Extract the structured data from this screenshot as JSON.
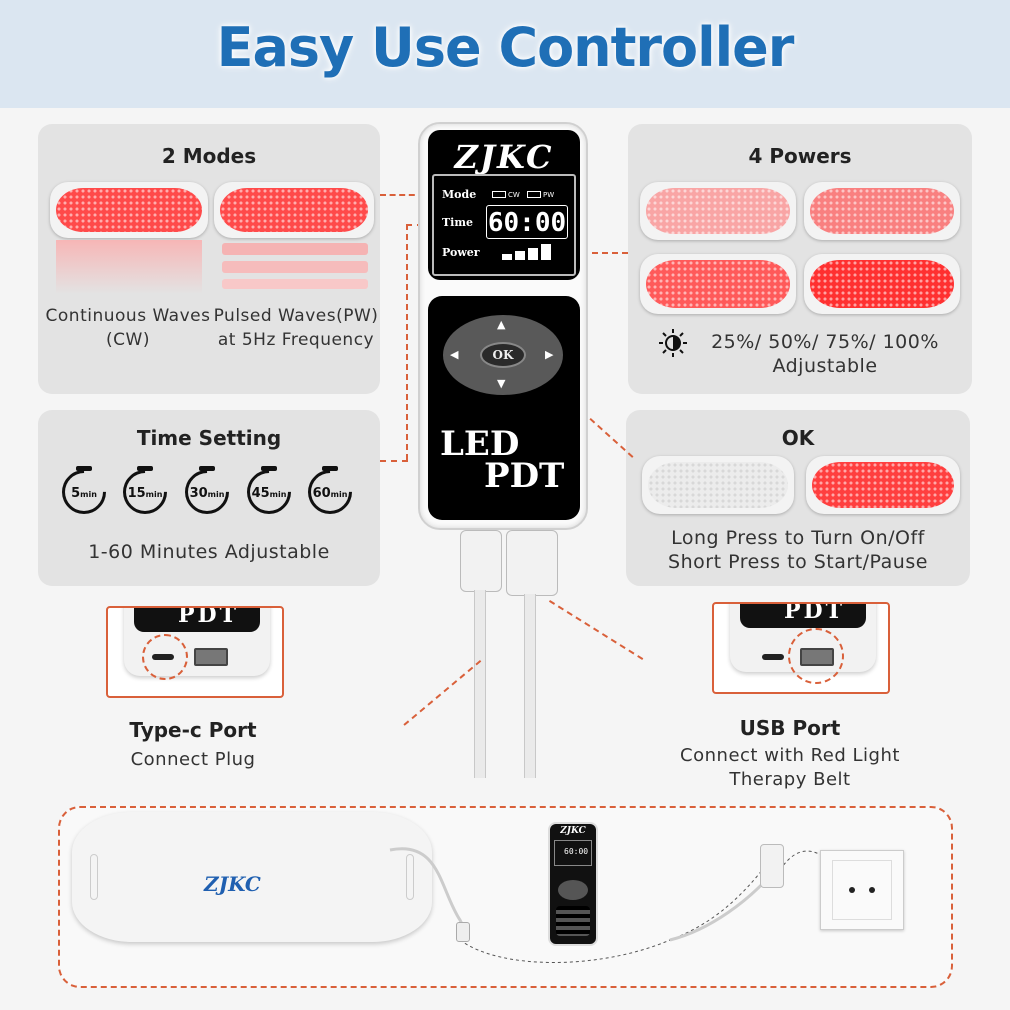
{
  "title": "Easy Use Controller",
  "modes_card": {
    "title": "2 Modes",
    "cw_caption": "Continuous Waves\n(CW)",
    "pw_caption": "Pulsed Waves(PW)\nat 5Hz Frequency"
  },
  "powers_card": {
    "title": "4 Powers",
    "levels_caption": "25%/ 50%/ 75%/ 100%",
    "adjustable": "Adjustable",
    "icon": "brightness-icon"
  },
  "time_card": {
    "title": "Time Setting",
    "timers": [
      {
        "value": "5",
        "unit": "min"
      },
      {
        "value": "15",
        "unit": "min"
      },
      {
        "value": "30",
        "unit": "min"
      },
      {
        "value": "45",
        "unit": "min"
      },
      {
        "value": "60",
        "unit": "min"
      }
    ],
    "caption": "1-60 Minutes Adjustable"
  },
  "ok_card": {
    "title": "OK",
    "line1": "Long Press to Turn On/Off",
    "line2": "Short Press to Start/Pause"
  },
  "controller": {
    "brand": "ZJKC",
    "mode_label": "Mode",
    "cw_label": "CW",
    "pw_label": "PW",
    "time_label": "Time",
    "time_value": "60:00",
    "power_label": "Power",
    "ok_label": "OK",
    "led": "LED",
    "pdt": "PDT"
  },
  "ports": {
    "typec_title": "Type-c Port",
    "typec_caption": "Connect Plug",
    "usb_title": "USB Port",
    "usb_caption": "Connect with Red Light\nTherapy Belt",
    "inset_label": "PDT"
  },
  "bottom": {
    "belt_brand": "ZJKC",
    "mini_time": "60:00"
  },
  "colors": {
    "accent": "#1f6fb6",
    "dashed": "#d9603a",
    "led_red": "#ff3b3b"
  }
}
